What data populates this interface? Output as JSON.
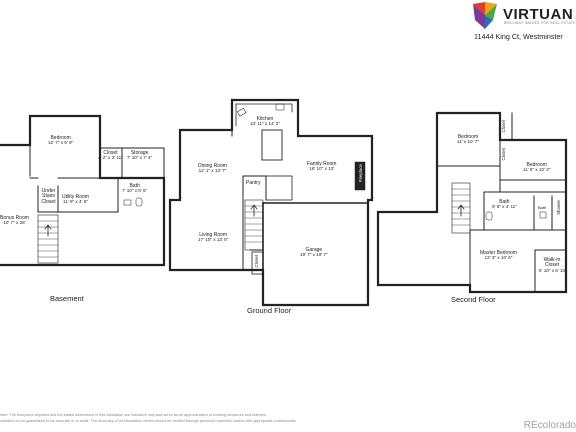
{
  "brand": {
    "name": "VIRTUAN",
    "tagline": "BRILLIANT IMAGES FOR REAL ESTATE",
    "logo_colors": [
      "#e53b2f",
      "#f6a01a",
      "#49a942",
      "#2f6db4",
      "#7a3d97"
    ]
  },
  "address": "11444 King Ct, Westminster",
  "floors": {
    "basement": {
      "label": "Basement",
      "rooms": [
        {
          "name": "Bedroom",
          "dims": "12' 7\" x 9' 9\""
        },
        {
          "name": "Closet",
          "dims": "4' 2\" x 3' 11\""
        },
        {
          "name": "Storage",
          "dims": "7' 10\" x 7' 4\""
        },
        {
          "name": "Under Stairs Closet",
          "dims": ""
        },
        {
          "name": "Utility Room",
          "dims": "11' 9\" x 4' 6\""
        },
        {
          "name": "Bath",
          "dims": "7' 10\" x 8' 5\""
        },
        {
          "name": "Bonus Room",
          "dims": "10' 7\" x 28'"
        }
      ]
    },
    "ground": {
      "label": "Ground Floor",
      "rooms": [
        {
          "name": "Kitchen",
          "dims": "13' 11\" x 14' 2\""
        },
        {
          "name": "Dining Room",
          "dims": "12' 1\" x 13' 7\""
        },
        {
          "name": "Family Room",
          "dims": "16' 10\" x 13'"
        },
        {
          "name": "Pantry",
          "dims": ""
        },
        {
          "name": "Fireplace",
          "dims": ""
        },
        {
          "name": "Living Room",
          "dims": "17' 10\" x 13' 5\""
        },
        {
          "name": "Garage",
          "dims": "19' 7\" x 19' 7\""
        },
        {
          "name": "Closet",
          "dims": ""
        }
      ]
    },
    "second": {
      "label": "Second Floor",
      "rooms": [
        {
          "name": "Bedroom",
          "dims": "11' x 10' 7\""
        },
        {
          "name": "Closet",
          "dims": ""
        },
        {
          "name": "Bedroom",
          "dims": "11' 6\" x 10' 2\""
        },
        {
          "name": "Closet",
          "dims": ""
        },
        {
          "name": "Bath",
          "dims": "9' 6\" x 4' 11\""
        },
        {
          "name": "Bath",
          "dims": ""
        },
        {
          "name": "Shower",
          "dims": ""
        },
        {
          "name": "Master Bedroom",
          "dims": "13' 3\" x 10' 6\""
        },
        {
          "name": "Walk-In Closet",
          "dims": "5' 10\" x 5' 10\""
        }
      ]
    }
  },
  "disclaimer": [
    "imer: The floorplans depicted and the stated dimensions in this illustration are indicative only and serve as an approximation of existing structures and features.",
    "ustration is not guaranteed to be accurate or to scale. The accuracy of all information herein should be verified through personal inspection and/or with appropriate professionals."
  ],
  "watermark": "REcolorado"
}
